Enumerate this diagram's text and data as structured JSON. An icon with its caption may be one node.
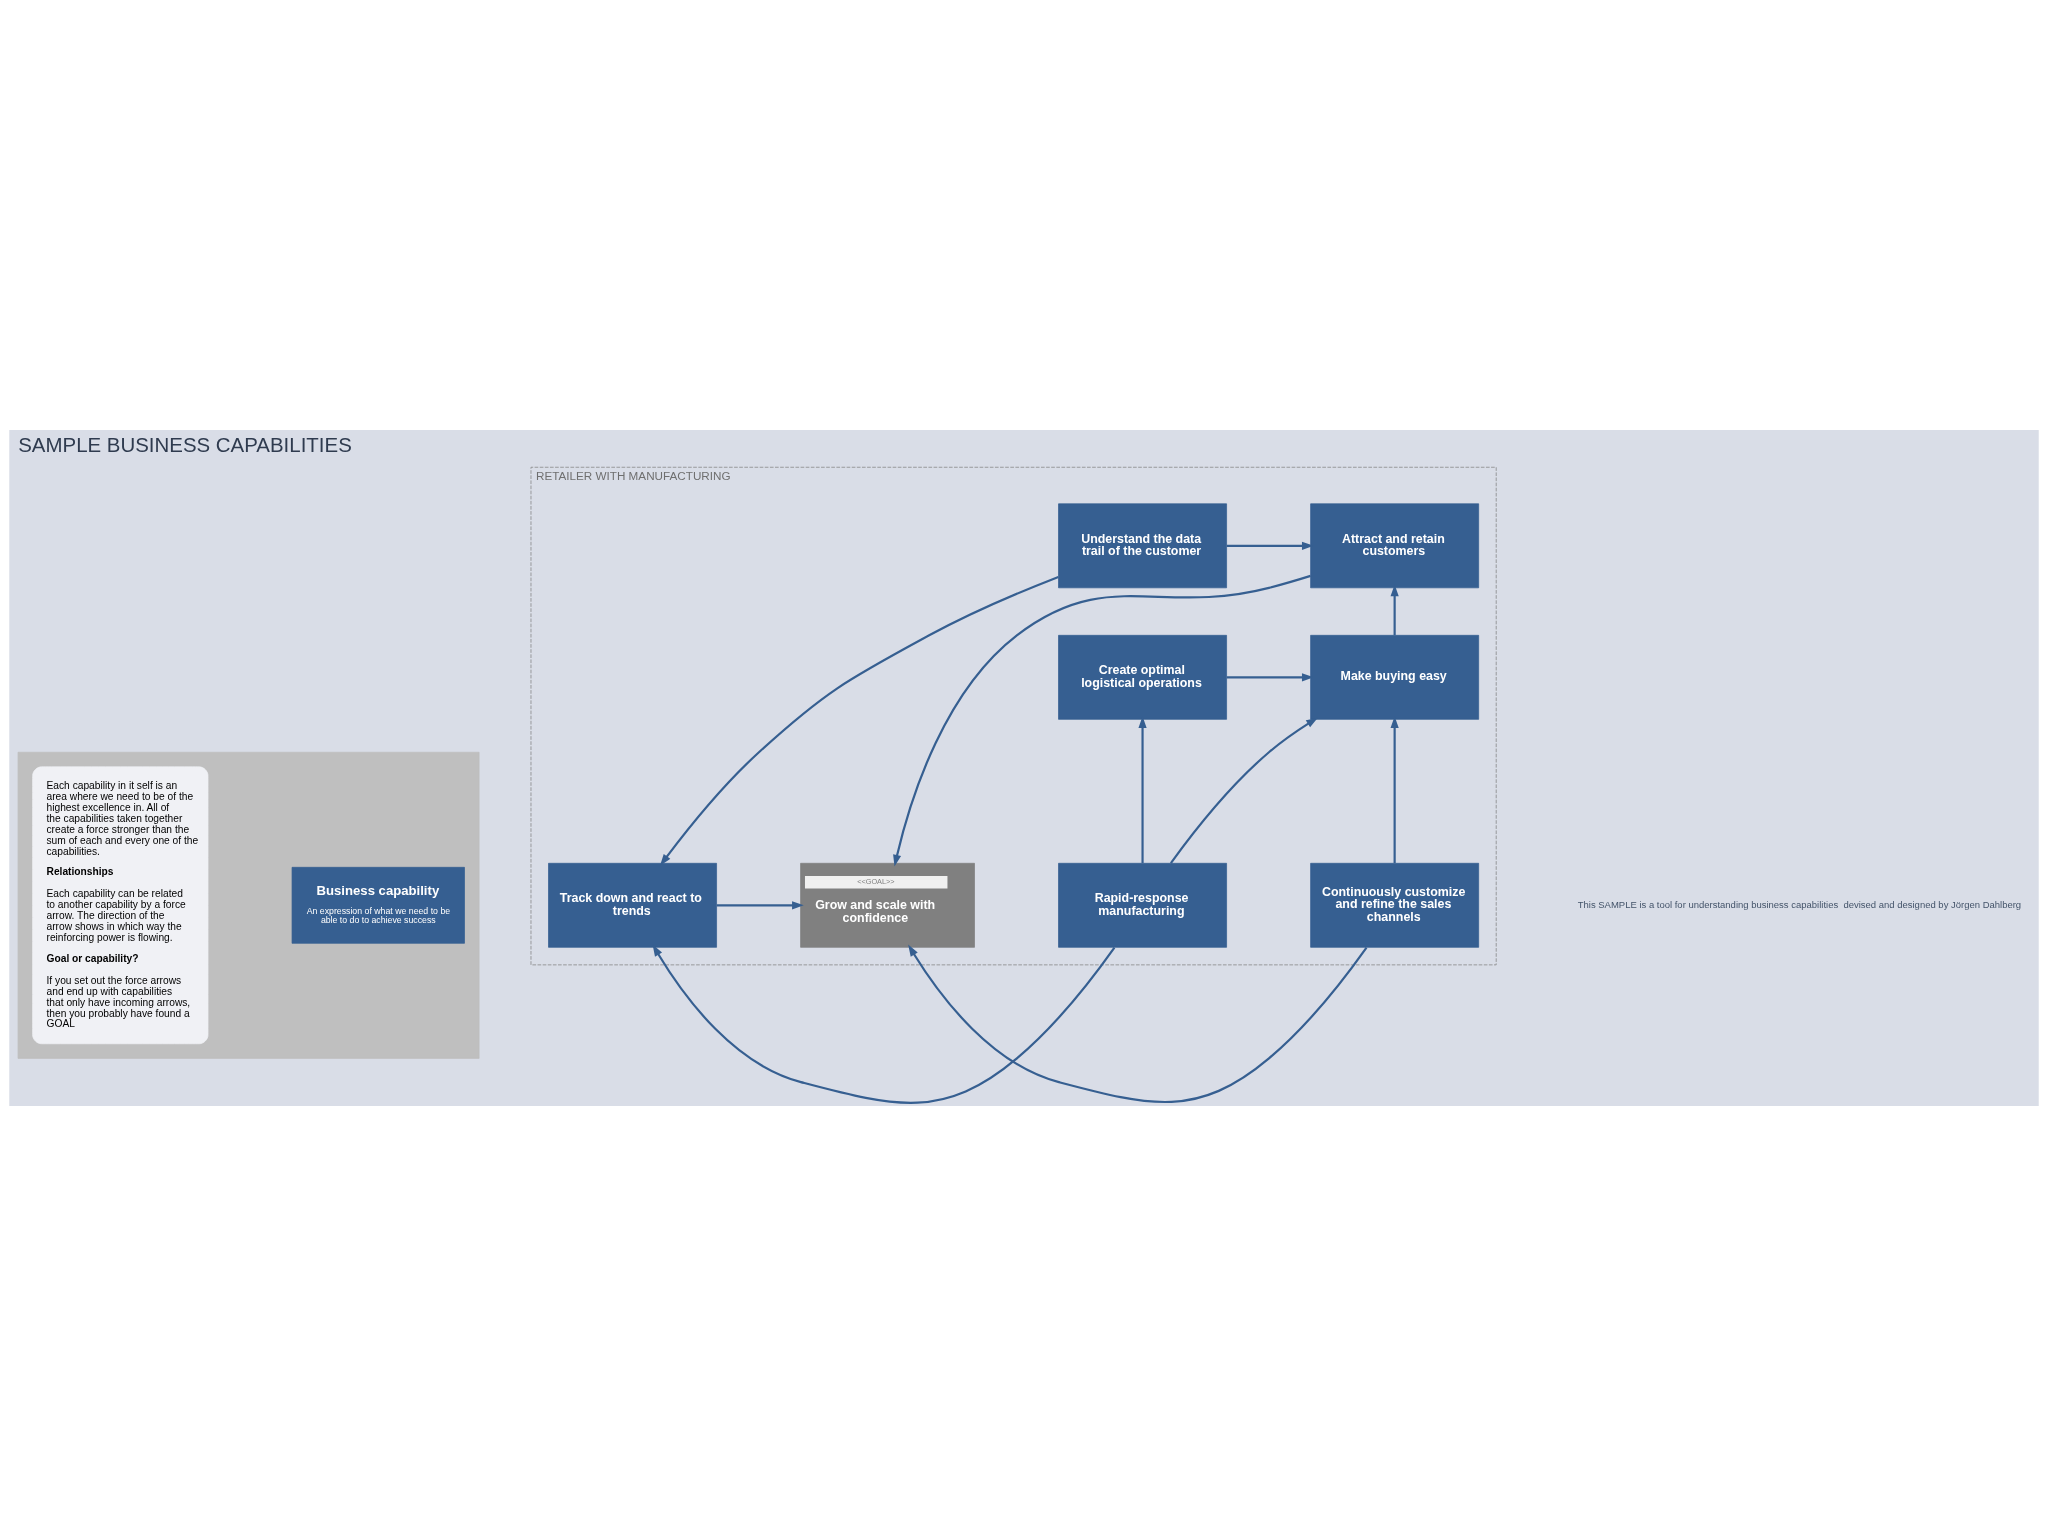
{
  "diagram": {
    "title": "SAMPLE BUSINESS CAPABILITIES",
    "nodes": [
      {
        "text": [],
        "shape": "box"
      },
      {
        "text": [
          "Business capability",
          "An expression of what we need to be able to do to achieve success"
        ],
        "in": 0
      },
      {
        "text": [
          "Each capability in it self is an area where we need to be of the highest excellence in. All of the capabilities taken together create a force stronger than the sum of each and every one of the capabilities.",
          "Relationships",
          "Each capability can be related to another capability by a force arrow. The direction of the arrow shows in which way the reinforcing power is flowing.",
          "Goal or capability?",
          "If you set out the force arrows and end up with capabilities that only have incoming arrows, then you probably have found a GOAL"
        ],
        "in": 0
      },
      {
        "text": [
          "RETAILER WITH MANUFACTURING"
        ]
      },
      {
        "text": [
          "Attract and retain customers"
        ],
        "in": 3
      },
      {
        "text": [
          "Understand the data trail of the customer"
        ],
        "in": 3
      },
      {
        "text": [
          "Make buying easy"
        ],
        "in": 3
      },
      {
        "text": [
          "Create optimal logistical operations"
        ],
        "in": 3
      },
      {
        "text": [
          "Continuously customize and refine the sales channels"
        ],
        "in": 3
      },
      {
        "text": [
          "Rapid-response manufacturing"
        ],
        "in": 3
      },
      {
        "text": [
          "<<GOAL>>",
          "Grow and scale with confidence"
        ],
        "in": 3
      },
      {
        "text": [
          "Track down and react to trends"
        ],
        "in": 3
      }
    ],
    "edges": [
      {
        "from": 5,
        "to": 4,
        "arrow": "to"
      },
      {
        "from": 5,
        "to": 11,
        "arrow": "to"
      },
      {
        "from": 6,
        "to": 4,
        "arrow": "to"
      },
      {
        "from": 7,
        "to": 6,
        "arrow": "to"
      },
      {
        "from": 9,
        "to": 6,
        "arrow": "to"
      },
      {
        "from": 9,
        "to": 7,
        "arrow": "to"
      },
      {
        "from": 8,
        "to": 6,
        "arrow": "to"
      },
      {
        "from": 8,
        "to": 10,
        "arrow": "to"
      },
      {
        "from": 9,
        "to": 11,
        "arrow": "to"
      },
      {
        "from": 11,
        "to": 10,
        "arrow": "to"
      },
      {
        "from": 4,
        "to": 10,
        "arrow": "to"
      }
    ],
    "labels": [
      "This SAMPLE is a tool for understanding business capabilities  devised and designed by Jörgen Dahlberg"
    ]
  }
}
